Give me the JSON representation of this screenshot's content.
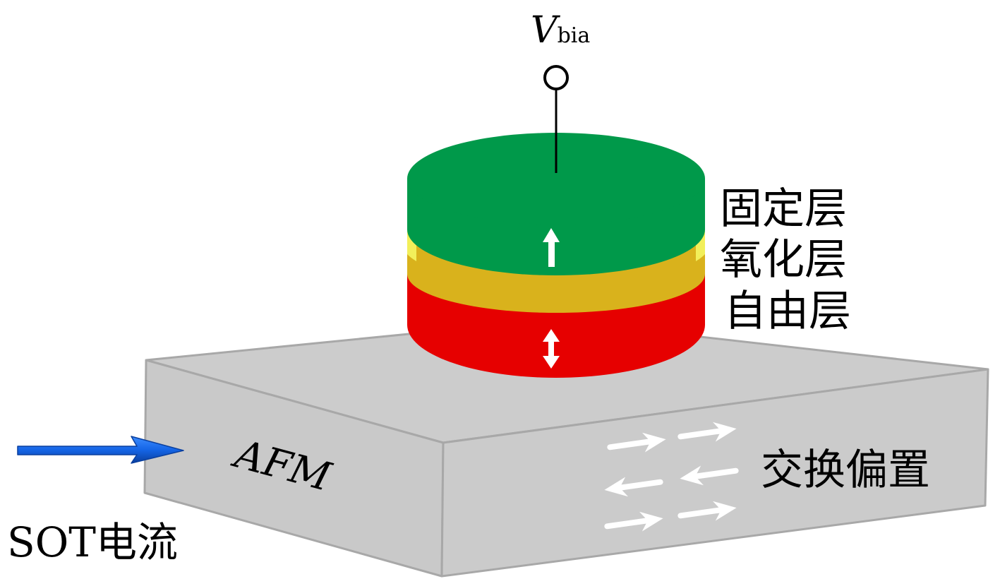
{
  "voltage_label": {
    "symbol": "V",
    "subscript": "bia"
  },
  "layers": {
    "pinned": "固定层",
    "oxide": "氧化层",
    "free": "自由层"
  },
  "substrate_label": "AFM",
  "exchange_bias_label": "交换偏置",
  "current_label": "SOT电流",
  "colors": {
    "pinned_layer": "#00994a",
    "oxide_layer": "#d9b21c",
    "oxide_rim": "#f2ef5a",
    "free_layer": "#e60000",
    "substrate": "#cccccc",
    "substrate_edge": "#a8a8a8",
    "current_arrow": "#1565e6"
  }
}
